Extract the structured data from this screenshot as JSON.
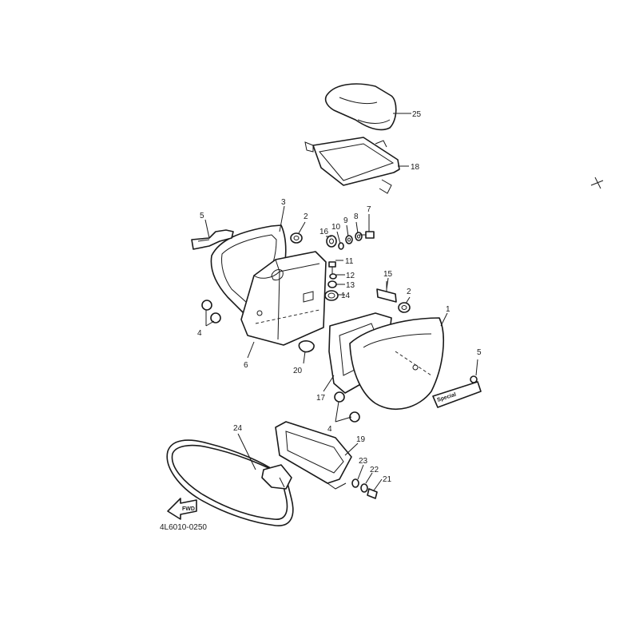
{
  "diagram": {
    "code": "4L6010-0250",
    "fwd_label": "FWD",
    "callouts": [
      "25",
      "18",
      "3",
      "5",
      "2",
      "16",
      "10",
      "9",
      "8",
      "7",
      "11",
      "12",
      "13",
      "14",
      "15",
      "2",
      "1",
      "4",
      "6",
      "20",
      "17",
      "5",
      "4",
      "24",
      "19",
      "23",
      "22",
      "21"
    ],
    "emblem_text": "Special"
  }
}
